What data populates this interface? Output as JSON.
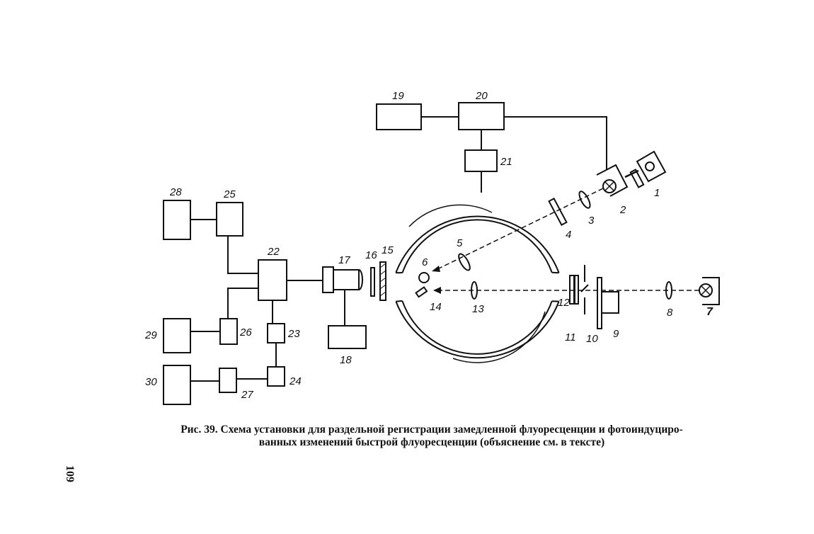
{
  "figure": {
    "labels": {
      "n1": "1",
      "n2": "2",
      "n3": "3",
      "n4": "4",
      "n5": "5",
      "n6": "6",
      "n7": "7",
      "n8": "8",
      "n9": "9",
      "n10": "10",
      "n11": "11",
      "n12": "12",
      "n13": "13",
      "n14": "14",
      "n15": "15",
      "n16": "16",
      "n17": "17",
      "n18": "18",
      "n19": "19",
      "n20": "20",
      "n21": "21",
      "n22": "22",
      "n23": "23",
      "n24": "24",
      "n25": "25",
      "n26": "26",
      "n27": "27",
      "n28": "28",
      "n29": "29",
      "n30": "30"
    }
  },
  "caption": {
    "line1": "Рис. 39. Схема установки для раздельной регистрации замедленной флуоресценции  и  фотоиндуциро-",
    "line2": "ванных изменений быстрой флуоресценции (объяснение см. в тексте)"
  },
  "page_number": "109"
}
